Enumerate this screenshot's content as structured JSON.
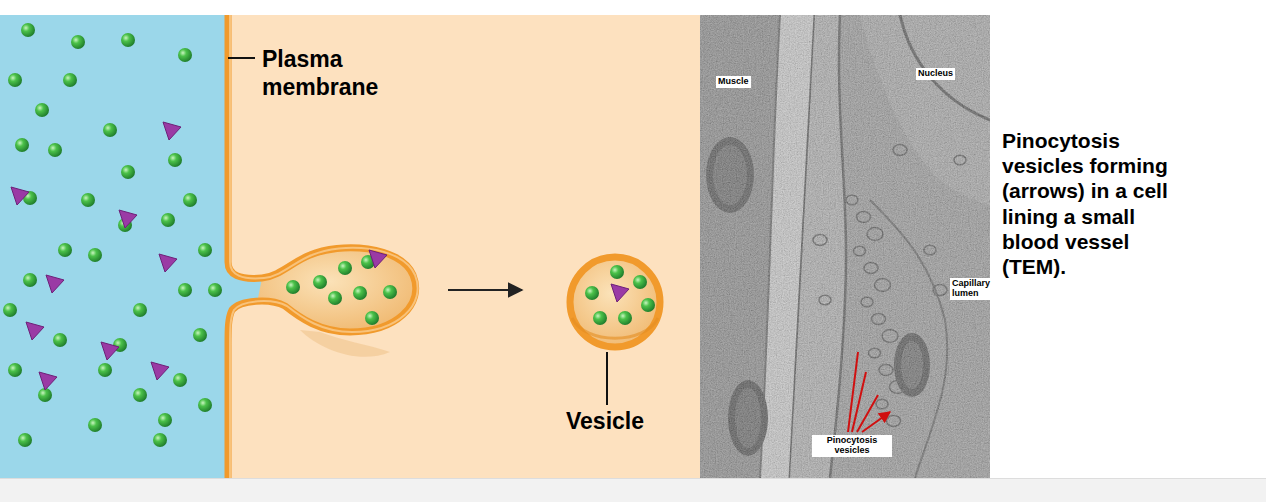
{
  "diagram": {
    "caption": "Pinocytosis vesicles forming (arrows) in a cell lining a small blood vessel (TEM).",
    "labels": [
      "Plasma membrane",
      "Vesicle",
      "Muscle",
      "Nucleus",
      "Capillary lumen",
      "Pinocytosis vesicles"
    ]
  }
}
